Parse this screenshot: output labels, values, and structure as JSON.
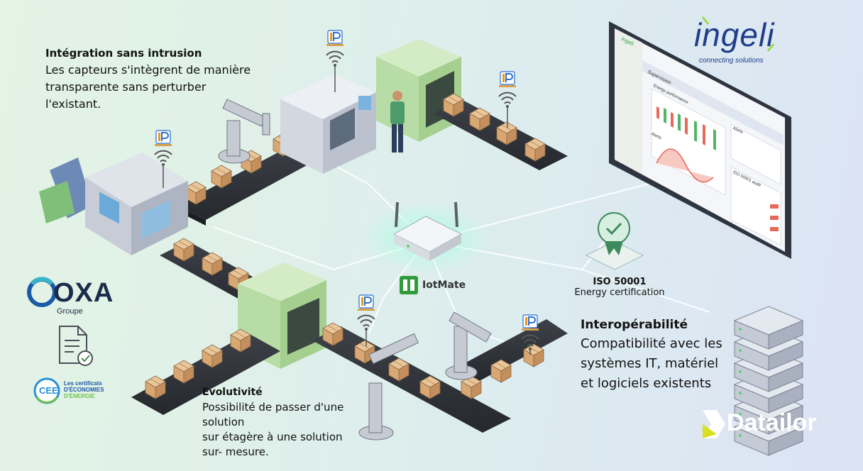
{
  "annotations": {
    "integration": {
      "title": "Intégration sans intrusion",
      "body": "Les capteurs s'intègrent de manière\ntransparente sans perturber\nl'existant."
    },
    "evolutivity": {
      "title": "Evolutivité",
      "body": "Possibilité de passer d'une\nsolution\nsur étagère à une solution\nsur-  mesure."
    },
    "interop": {
      "title": "Interopérabilité",
      "body": "Compatibilité avec les\nsystèmes IT, matériel\net logiciels existents"
    }
  },
  "gateway": {
    "label": "IotMate"
  },
  "certification": {
    "title": "ISO 50001",
    "subtitle": "Energy certification"
  },
  "logos": {
    "oxa": {
      "text": "OXA",
      "subtitle": "Groupe"
    },
    "ingeli": {
      "text": "ingeli",
      "tagline": "connecting solutions"
    },
    "datailor": {
      "text": "Datailor"
    },
    "cee": {
      "badge": "CEE",
      "line1": "Les certificats",
      "line2": "D'ÉCONOMIES",
      "line3": "D'ÉNERGIE"
    },
    "sensor_badge": "IP"
  },
  "dashboard": {
    "brand": "ingeli",
    "title": "Supervision",
    "panel_energy": "Energy performance",
    "panel_alerts": "Alerts",
    "panel_alerts_side": "Alerts",
    "panel_iso": "ISO 50001 audit"
  },
  "colors": {
    "accent_green": "#4caf50",
    "gateway_glow": "#7ff0c8",
    "ingeli_blue": "#1f3d8a",
    "datailor_yellow": "#d9e021",
    "sensor_orange": "#e89a1c",
    "sensor_blue": "#2a6fcf"
  },
  "icons": [
    "wifi-icon",
    "sensor-ip-icon",
    "ribbon-check-icon",
    "document-check-icon",
    "server-icon",
    "router-icon",
    "robot-arm-icon",
    "box-icon",
    "worker-icon"
  ]
}
